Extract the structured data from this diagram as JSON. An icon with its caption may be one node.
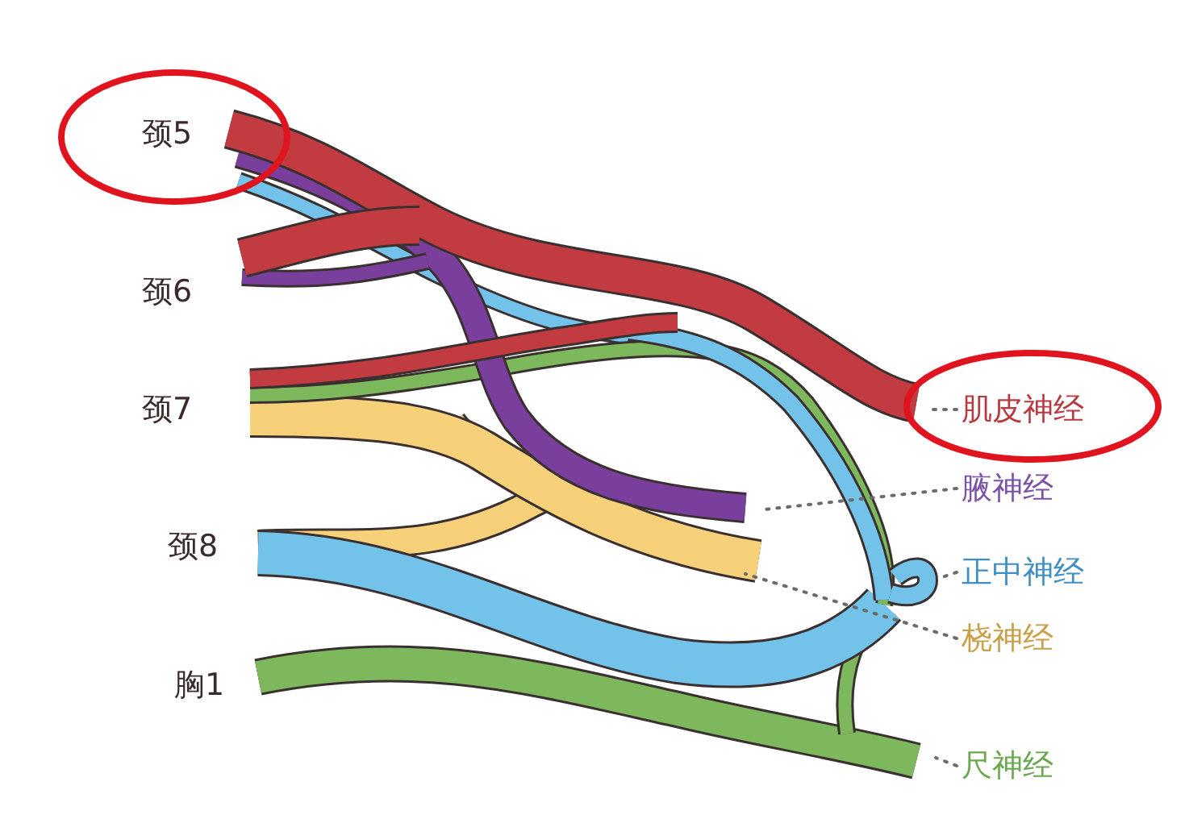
{
  "diagram": {
    "nodes": [
      {
        "text": [
          "肌皮神经"
        ]
      },
      {
        "text": [
          "腋神经"
        ]
      },
      {
        "text": [
          "正中神经"
        ]
      },
      {
        "text": [
          "桡神经"
        ]
      },
      {
        "text": [
          "尺神经"
        ]
      }
    ],
    "edges": [
      {
        "from": 0,
        "to": null,
        "arrow": "none"
      },
      {
        "from": 1,
        "to": null,
        "arrow": "none"
      },
      {
        "from": 2,
        "to": null,
        "arrow": "none"
      },
      {
        "from": 3,
        "to": null,
        "arrow": "none"
      },
      {
        "from": 4,
        "to": null,
        "arrow": "none"
      }
    ],
    "labels": [
      "颈5",
      "颈6",
      "颈7",
      "颈8",
      "胸1"
    ]
  }
}
